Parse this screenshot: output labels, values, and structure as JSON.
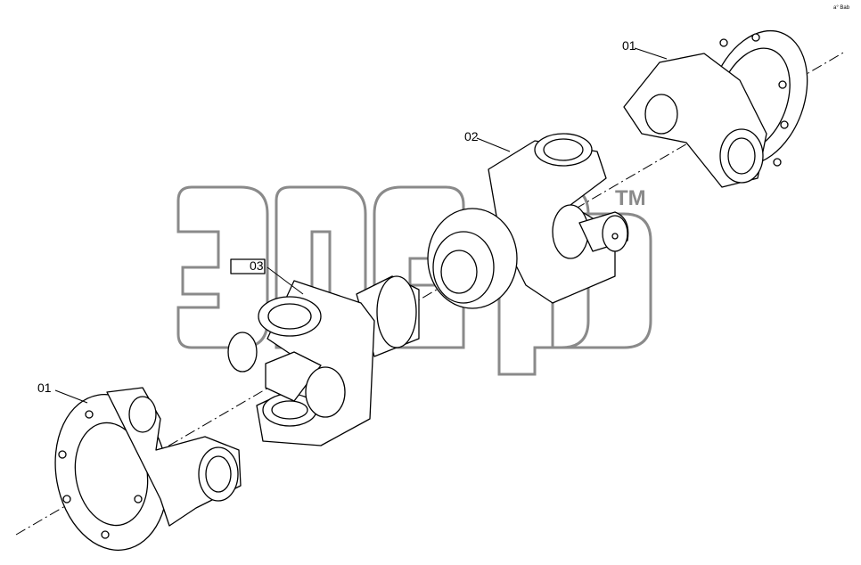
{
  "labels": {
    "top_right": "01",
    "center": "02",
    "left_yoke": "03",
    "bottom_left": "01"
  },
  "watermark": {
    "trademark": "TM"
  },
  "corner_mark": "a° Bab"
}
